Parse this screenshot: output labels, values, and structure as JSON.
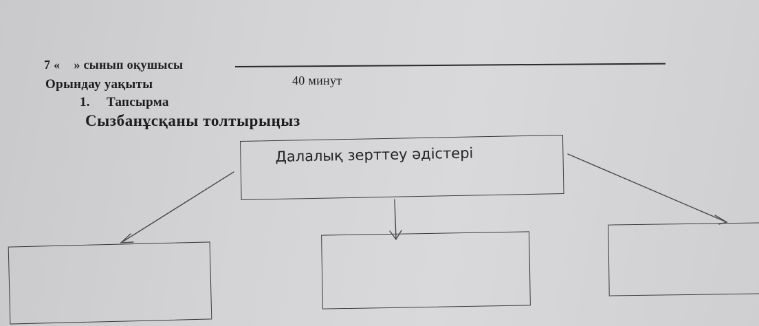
{
  "header": {
    "class_prefix": "7 «",
    "class_suffix": "» сынып оқушысы",
    "time_label": "Орындау уақыты",
    "time_value": "40 минут"
  },
  "task": {
    "number": "1.",
    "title": "Тапсырма",
    "instruction": "Сызбанұсқаны толтырыңыз"
  },
  "diagram": {
    "center_label": "Далалық зерттеу әдістері",
    "branches": [
      {
        "label": ""
      },
      {
        "label": ""
      },
      {
        "label": ""
      }
    ]
  }
}
